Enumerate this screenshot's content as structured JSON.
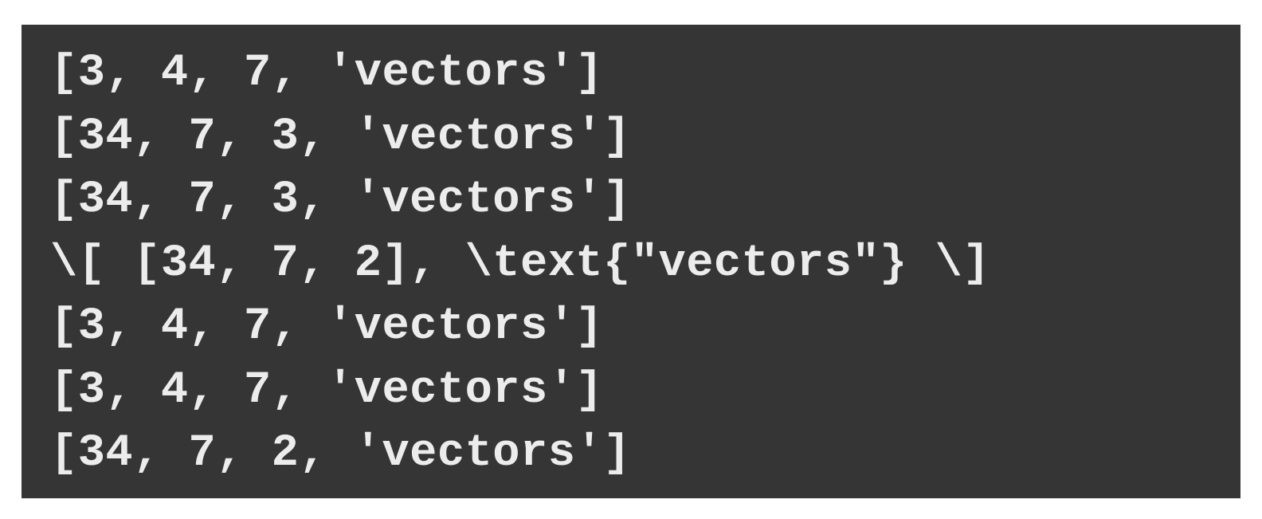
{
  "terminal": {
    "lines": [
      "[3, 4, 7, 'vectors']",
      "[34, 7, 3, 'vectors']",
      "[34, 7, 3, 'vectors']",
      "\\[ [34, 7, 2], \\text{\"vectors\"} \\]",
      "[3, 4, 7, 'vectors']",
      "[3, 4, 7, 'vectors']",
      "[34, 7, 2, 'vectors']"
    ]
  },
  "colors": {
    "page_background": "#ffffff",
    "terminal_background": "#353535",
    "text": "#ececec"
  }
}
